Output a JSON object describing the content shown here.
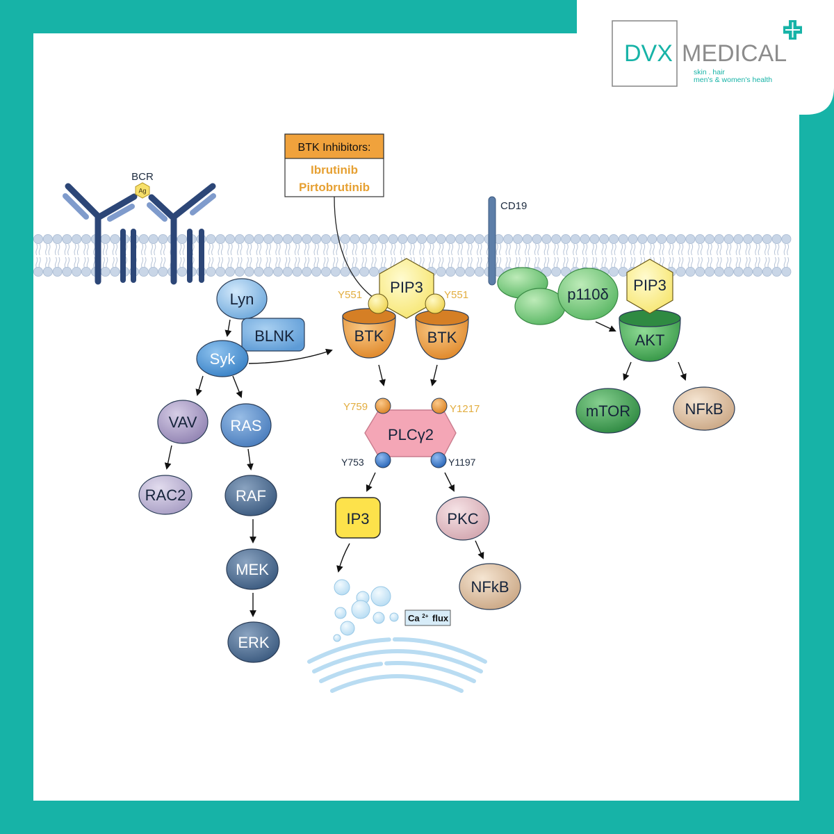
{
  "logo": {
    "brand_primary": "DVX",
    "brand_secondary": "MEDICAL",
    "tagline_line1": "skin . hair",
    "tagline_line2": "men's & women's health"
  },
  "colors": {
    "brand_teal": "#17b3a7",
    "logo_gray": "#8c8c8c",
    "inhibitor_orange": "#f0a23c",
    "drug_text": "#e6a032"
  },
  "receptors": {
    "bcr": "BCR",
    "antigen": "Ag",
    "cd19": "CD19"
  },
  "btk_inhibitors": {
    "header": "BTK Inhibitors:",
    "drugs": [
      "Ibrutinib",
      "Pirtobrutinib"
    ]
  },
  "bcr_pathway": {
    "lyn": "Lyn",
    "blnk": "BLNK",
    "syk": "Syk",
    "vav": "VAV",
    "ras": "RAS",
    "rac2": "RAC2",
    "raf": "RAF",
    "mek": "MEK",
    "erk": "ERK"
  },
  "btk_complex": {
    "pip3": "PIP3",
    "btk_left": "BTK",
    "btk_right": "BTK",
    "site_left": "Y551",
    "site_right": "Y551"
  },
  "plcg2": {
    "label": "PLCγ2",
    "site_top_left": "Y759",
    "site_top_right": "Y1217",
    "site_bottom_left": "Y753",
    "site_bottom_right": "Y1197"
  },
  "downstream": {
    "ip3": "IP3",
    "pkc": "PKC",
    "nfkb": "NFkB"
  },
  "calcium": {
    "element": "Ca",
    "charge": "2+",
    "label": "flux"
  },
  "pi3k_pathway": {
    "p110": "p110δ",
    "pip3": "PIP3",
    "akt": "AKT",
    "mtor": "mTOR",
    "nfkb": "NFkB"
  }
}
